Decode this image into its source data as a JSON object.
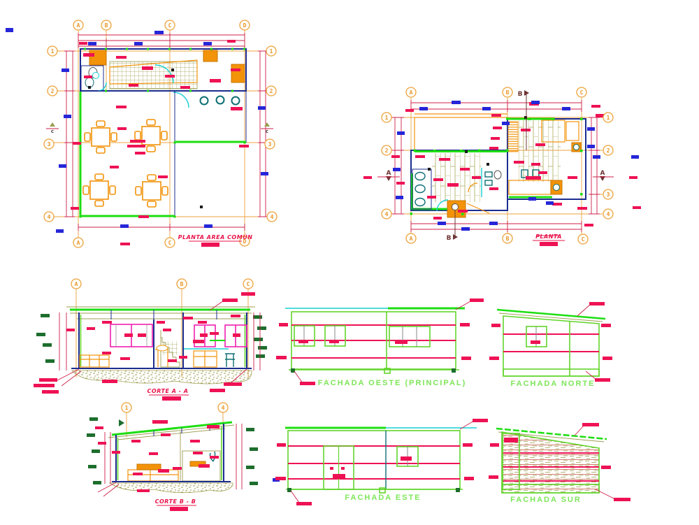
{
  "drawings": {
    "plan_area_comun": {
      "title": "PLANTA AREA COMÚN"
    },
    "planta": {
      "title": "PLANTA"
    },
    "corte_a": {
      "title": "CORTE A - A"
    },
    "corte_b": {
      "title": "CORTE B - B"
    },
    "fachada_oeste": {
      "title": "FACHADA OESTE (PRINCIPAL)"
    },
    "fachada_norte": {
      "title": "FACHADA NORTE"
    },
    "fachada_este": {
      "title": "FACHADA ESTE"
    },
    "fachada_sur": {
      "title": "FACHADA SUR"
    }
  },
  "grid_labels": {
    "A": "A",
    "B": "B",
    "C": "C",
    "D": "D",
    "n1": "1",
    "n2": "2",
    "n3": "3",
    "n4": "4"
  },
  "section_markers": {
    "A": "A",
    "B": "B",
    "c_small": "c"
  },
  "colors": {
    "grid_orange": "#eda33f",
    "furniture_orange": "#f2930a",
    "dim_red": "#cf1f4a",
    "annotation_red": "#ee1254",
    "title_red": "#e8134a",
    "dim_text_blue": "#2626d8",
    "wall_navy": "#1c2d8f",
    "hatch_olive": "#9c9c50",
    "wall_green": "#1ede12",
    "facade_green": "#62d52c",
    "title_green": "#7de659",
    "door_cyan": "#18cfd4",
    "fixture_teal": "#0f6f74",
    "window_magenta": "#f01fb0",
    "level_tag_green": "#1d6e2d",
    "marker_maroon": "#6e3434",
    "wood_line_red": "#c0503c",
    "base_gray": "#a8a8a8"
  }
}
